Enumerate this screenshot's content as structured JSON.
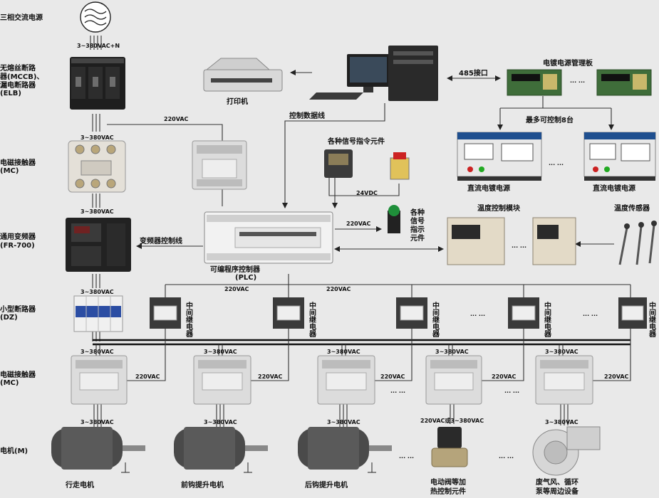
{
  "left_labels": {
    "power": "三相交流电源",
    "mccb_1": "无熔丝断路",
    "mccb_2": "器(MCCB)、",
    "mccb_3": "漏电断路器",
    "mccb_4": "(ELB)",
    "mc_top_1": "电磁接触器",
    "mc_top_2": "(MC)",
    "vfd_1": "通用变频器",
    "vfd_2": "(FR-700)",
    "dz_1": "小型断路器",
    "dz_2": "(DZ)",
    "mc_bottom_1": "电磁接触器",
    "mc_bottom_2": "(MC)",
    "motor": "电机(M)"
  },
  "voltages": {
    "v380n": "3~380VAC+N",
    "v380": "3~380VAC",
    "v220": "220VAC",
    "v24dc": "24VDC",
    "v220or380": "220VAC或3~380VAC"
  },
  "labels": {
    "printer": "打印机",
    "control_data_line": "控制数据线",
    "signal_elements": "各种信号指令元件",
    "port485": "485接口",
    "plating_board": "电镀电源管理板",
    "max8": "最多可控制8台",
    "dc_power_1": "直流电镀电源",
    "dc_power_2": "直流电镀电源",
    "temp_module": "温度控制模块",
    "temp_sensor": "温度传感器",
    "indicator_1": "各种",
    "indicator_2": "信号",
    "indicator_3": "指示",
    "indicator_4": "元件",
    "vfd_line": "变频器控制线",
    "plc_1": "可编程序控制器",
    "plc_2": "(PLC)",
    "relay": "中间继电器",
    "ellipsis": "... ...",
    "motor_travel": "行走电机",
    "motor_front": "前钩提升电机",
    "motor_rear": "后钩提升电机",
    "valve_1": "电动阀等加",
    "valve_2": "热控制元件",
    "fan_1": "废气风、循环",
    "fan_2": "泵等周边设备"
  },
  "colors": {
    "background": "#e9e9e9",
    "contactor": "#dcdcdc",
    "dark_device": "#1e1e1e",
    "board": "#3f6d3a",
    "plc_body": "#f2f2f2",
    "module": "#e3dac7"
  }
}
